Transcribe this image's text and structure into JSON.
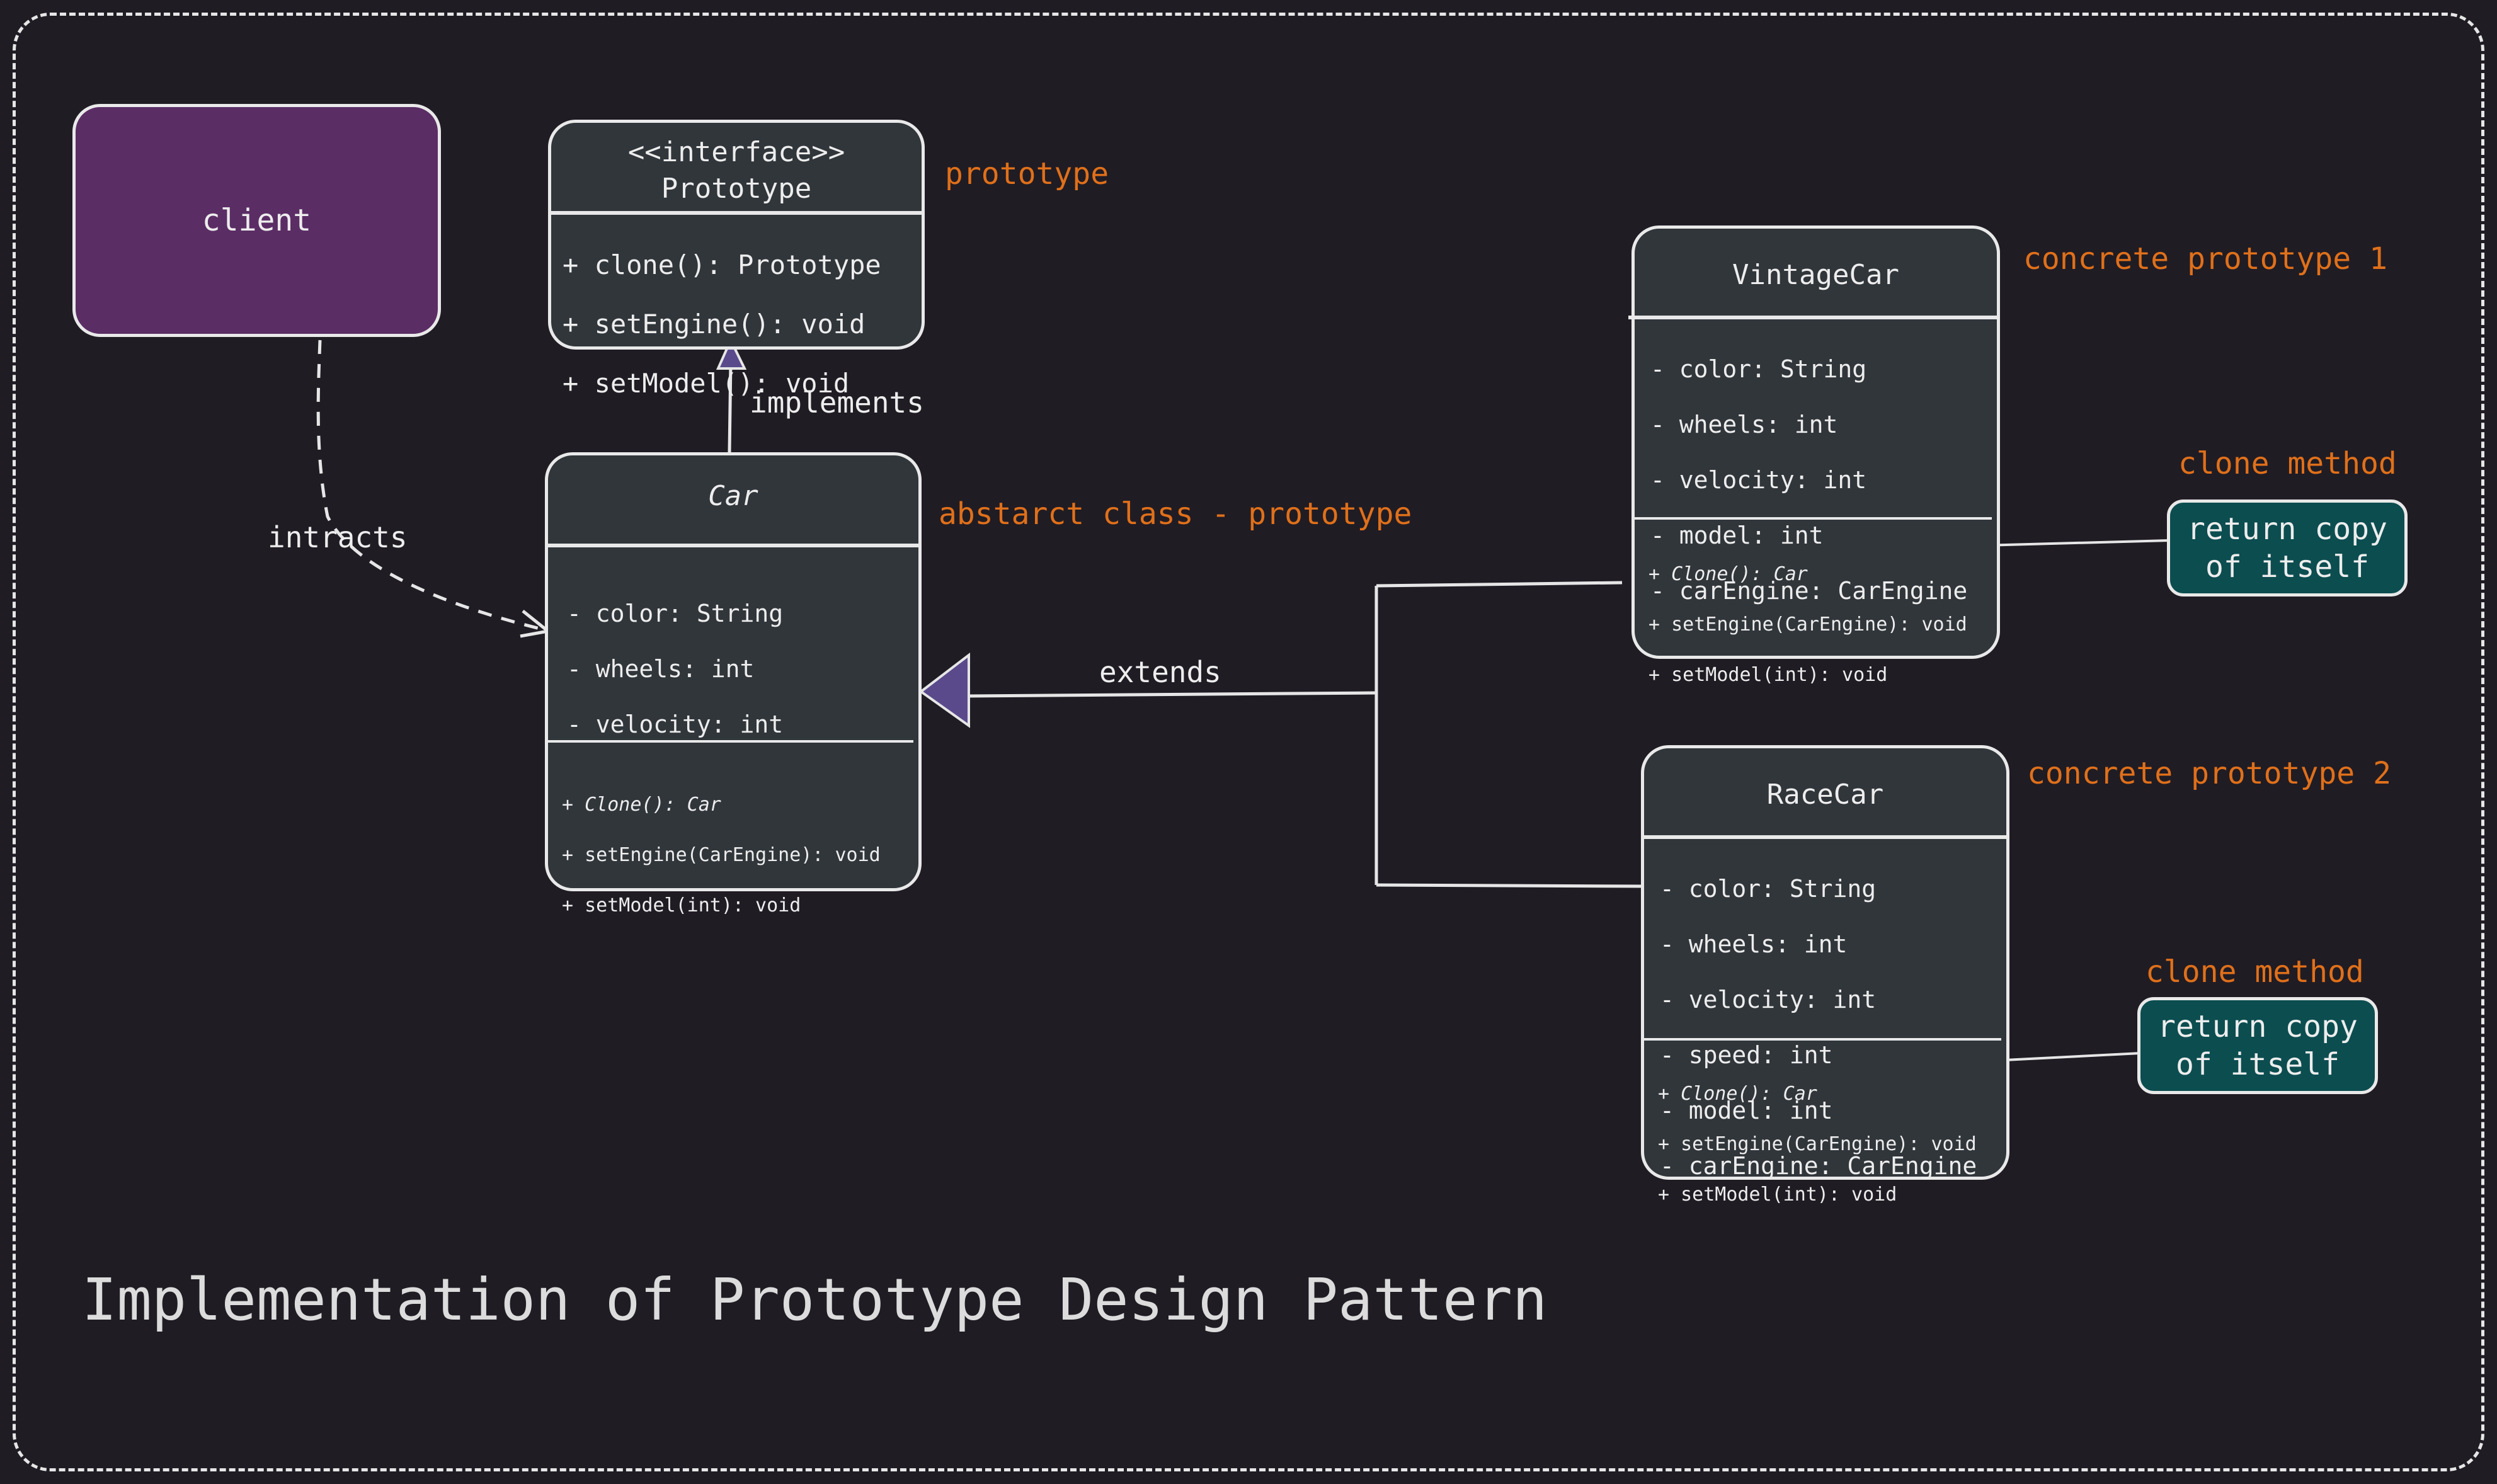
{
  "title": "Implementation of Prototype Design Pattern",
  "client": {
    "label": "client"
  },
  "interface": {
    "stereotype": "<<interface>>",
    "name": "Prototype",
    "methods": [
      "+ clone(): Prototype",
      "+ setEngine(): void",
      "+ setModel(): void"
    ],
    "note": "prototype"
  },
  "car": {
    "name": "Car",
    "attributes": [
      "- color: String",
      "- wheels: int",
      "- velocity: int"
    ],
    "methods": [
      "+ Clone(): Car",
      "+ setEngine(CarEngine): void",
      "+ setModel(int): void"
    ],
    "note": "abstarct class - prototype"
  },
  "vintage": {
    "name": "VintageCar",
    "attributes": [
      "- color: String",
      "- wheels: int",
      "- velocity: int",
      "- model: int",
      "- carEngine: CarEngine"
    ],
    "methods": [
      "+ Clone(): Car",
      "+ setEngine(CarEngine): void",
      "+ setModel(int): void"
    ],
    "note": "concrete prototype 1"
  },
  "race": {
    "name": "RaceCar",
    "attributes": [
      "- color: String",
      "- wheels: int",
      "- velocity: int",
      "- speed: int",
      "- model: int",
      "- carEngine: CarEngine"
    ],
    "methods": [
      "+ Clone(): Car",
      "+ setEngine(CarEngine): void",
      "+ setModel(int): void"
    ],
    "note": "concrete prototype 2"
  },
  "clone_notes": [
    {
      "heading": "clone method",
      "line1": "return copy",
      "line2": "of itself"
    },
    {
      "heading": "clone method",
      "line1": "return copy",
      "line2": "of itself"
    }
  ],
  "edges": {
    "implements": "implements",
    "intracts": "intracts",
    "extends": "extends"
  },
  "colors": {
    "background": "#201c24",
    "class_fill": "#31363b",
    "client_fill": "#5b2d65",
    "note_fill": "#0c4d50",
    "annotation": "#e0701a",
    "arrowhead": "#5a4a8c"
  }
}
